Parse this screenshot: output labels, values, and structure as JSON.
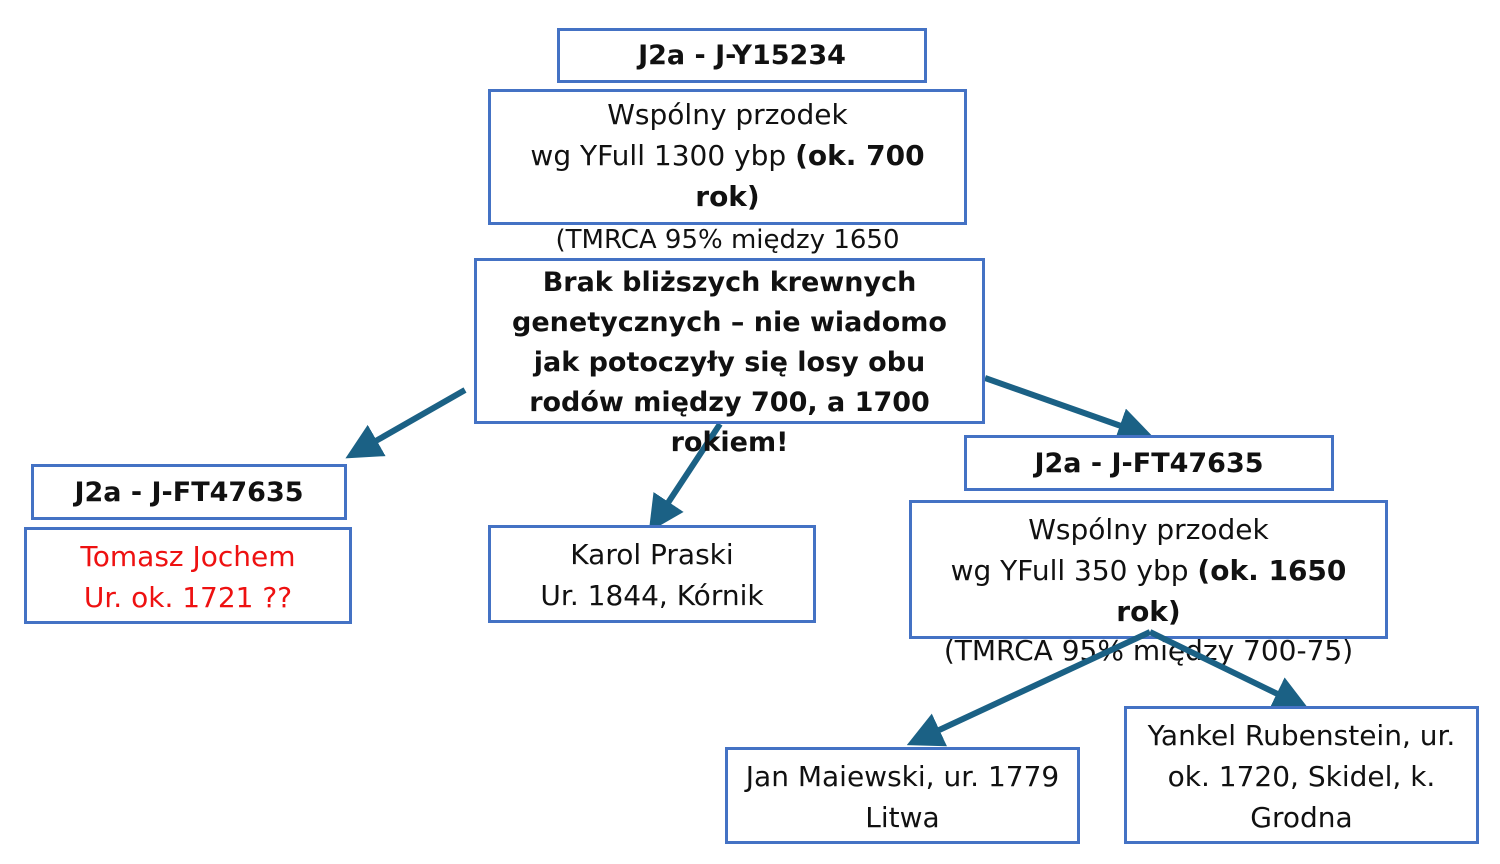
{
  "colors": {
    "border": "#4472c4",
    "arrow": "#1b6185",
    "red_text": "#ee1111"
  },
  "top": {
    "haplogroup": "J2a - J-Y15234",
    "ancestor_line1": "Wspólny przodek",
    "ancestor_line2_normal": "wg YFull 1300 ybp ",
    "ancestor_line2_bold": "(ok. 700",
    "ancestor_line3_bold": "rok)",
    "tmrca_hidden": "(TMRCA 95% między 1650"
  },
  "note": {
    "lines": [
      "Brak bliższych krewnych",
      "genetycznych – nie wiadomo",
      "jak potoczyły się losy obu",
      "rodów między 700, a 1700",
      "rokiem!"
    ]
  },
  "left": {
    "haplogroup": "J2a -  J-FT47635",
    "person_line1": "Tomasz Jochem",
    "person_line2": "Ur. ok. 1721 ??"
  },
  "middle": {
    "person_line1": "Karol Praski",
    "person_line2": "Ur. 1844, Kórnik"
  },
  "right": {
    "haplogroup": "J2a -  J-FT47635",
    "ancestor_line1": "Wspólny przodek",
    "ancestor_line2_normal": "wg YFull 350 ybp ",
    "ancestor_line2_bold": "(ok. 1650",
    "ancestor_line3_bold": "rok)",
    "tmrca": "(TMRCA 95% między 700-75)"
  },
  "bottom_left": {
    "line1": "Jan Maiewski, ur. 1779",
    "line2": "Litwa"
  },
  "bottom_right": {
    "line1": "Yankel Rubenstein, ur.",
    "line2": "ok. 1720, Skidel, k.",
    "line3": "Grodna"
  }
}
